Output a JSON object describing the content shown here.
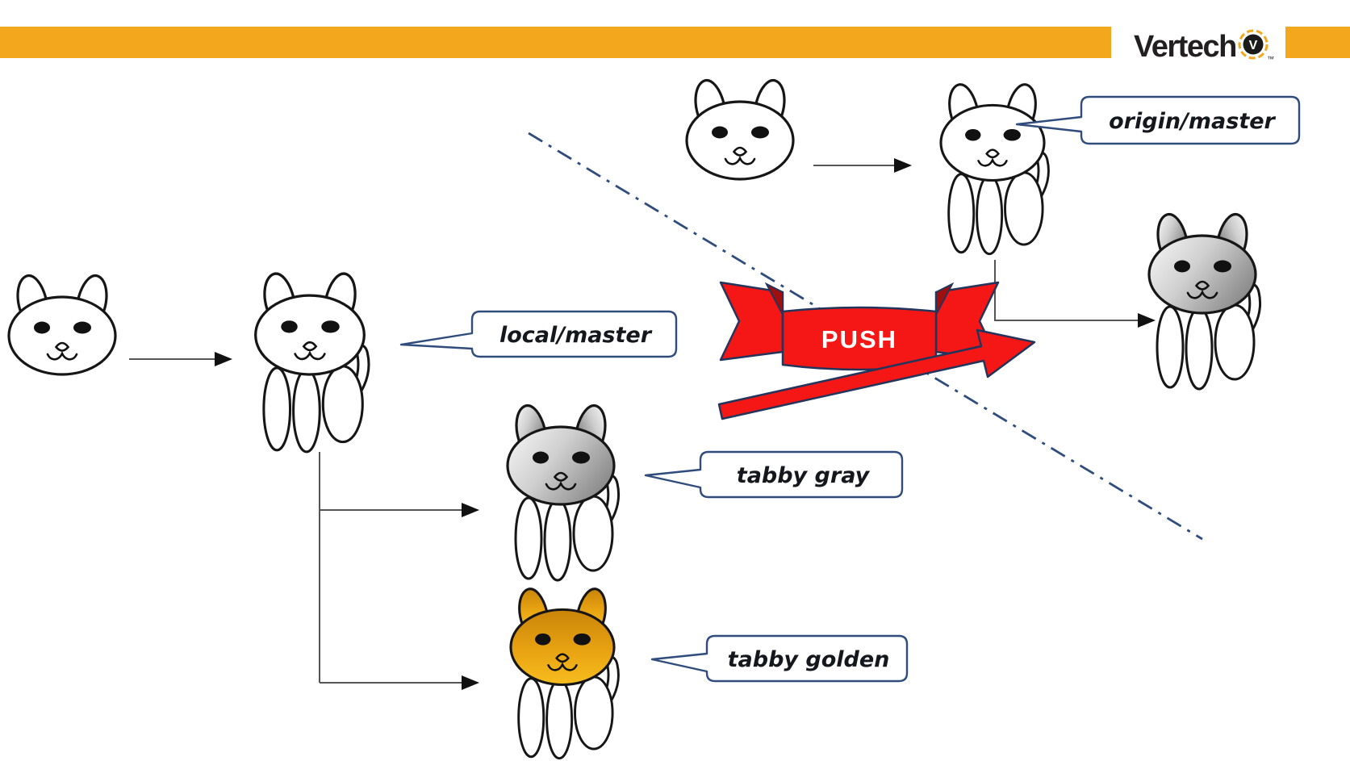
{
  "brand": {
    "wordmark": "Vertech",
    "badge_letter": "V",
    "trademark": "™",
    "bar_color": "#F2A71D",
    "text_color": "#231F20"
  },
  "labels": {
    "origin_master": "origin/master",
    "local_master": "local/master",
    "tabby_gray": "tabby gray",
    "tabby_golden": "tabby golden"
  },
  "ribbon": {
    "label": "PUSH",
    "fill": "#F51616",
    "outline": "#24355C"
  },
  "colors": {
    "banner_orange": "#F2A71D",
    "divider_navy": "#2F4C7C",
    "connector_gray": "#555555",
    "cat_gray_light": "#F6F6F6",
    "cat_gray_dark": "#8E8E8E",
    "cat_golden_dark": "#C98409",
    "cat_golden_light": "#F7BD1E"
  },
  "cats": [
    {
      "name": "cat-white-head-local",
      "variant": "head",
      "color": "white"
    },
    {
      "name": "cat-white-full-local-master",
      "variant": "full",
      "color": "white"
    },
    {
      "name": "cat-gray-tabby",
      "variant": "full",
      "color": "gray"
    },
    {
      "name": "cat-golden-tabby",
      "variant": "full",
      "color": "golden"
    },
    {
      "name": "cat-white-head-remote",
      "variant": "head",
      "color": "white"
    },
    {
      "name": "cat-white-full-origin-master",
      "variant": "full",
      "color": "white"
    },
    {
      "name": "cat-gray-remote",
      "variant": "full",
      "color": "gray"
    }
  ]
}
